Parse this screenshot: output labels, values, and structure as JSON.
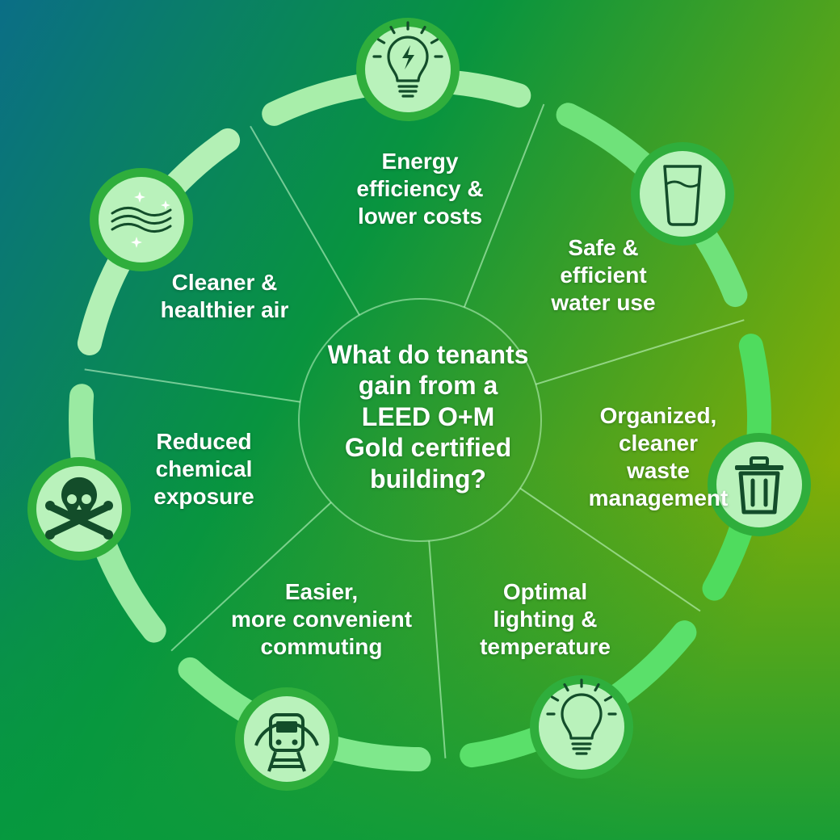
{
  "colors": {
    "bg_blue": "#0b6e86",
    "bg_green": "#08943f",
    "bg_lime": "#84ae05",
    "ring_pale": "#b6f0b8",
    "ring_bright": "#4edc5e",
    "icon_border": "#2fae3c",
    "icon_fill": "#b9f2bb",
    "icon_stroke": "#134d2a",
    "text": "#ffffff"
  },
  "center": {
    "question": "What do tenants\ngain from a\nLEED O+M\nGold certified\nbuilding?"
  },
  "benefits": [
    {
      "label": "Energy\nefficiency &\nlower costs",
      "icon": "lightbulb-bolt-icon"
    },
    {
      "label": "Safe &\nefficient\nwater use",
      "icon": "water-glass-icon"
    },
    {
      "label": "Organized,\ncleaner\nwaste\nmanagement",
      "icon": "trash-can-icon"
    },
    {
      "label": "Optimal\nlighting &\ntemperature",
      "icon": "lightbulb-icon"
    },
    {
      "label": "Easier,\nmore convenient\ncommuting",
      "icon": "train-icon"
    },
    {
      "label": "Reduced\nchemical\nexposure",
      "icon": "skull-crossbones-icon"
    },
    {
      "label": "Cleaner &\nhealthier air",
      "icon": "air-waves-icon"
    }
  ]
}
